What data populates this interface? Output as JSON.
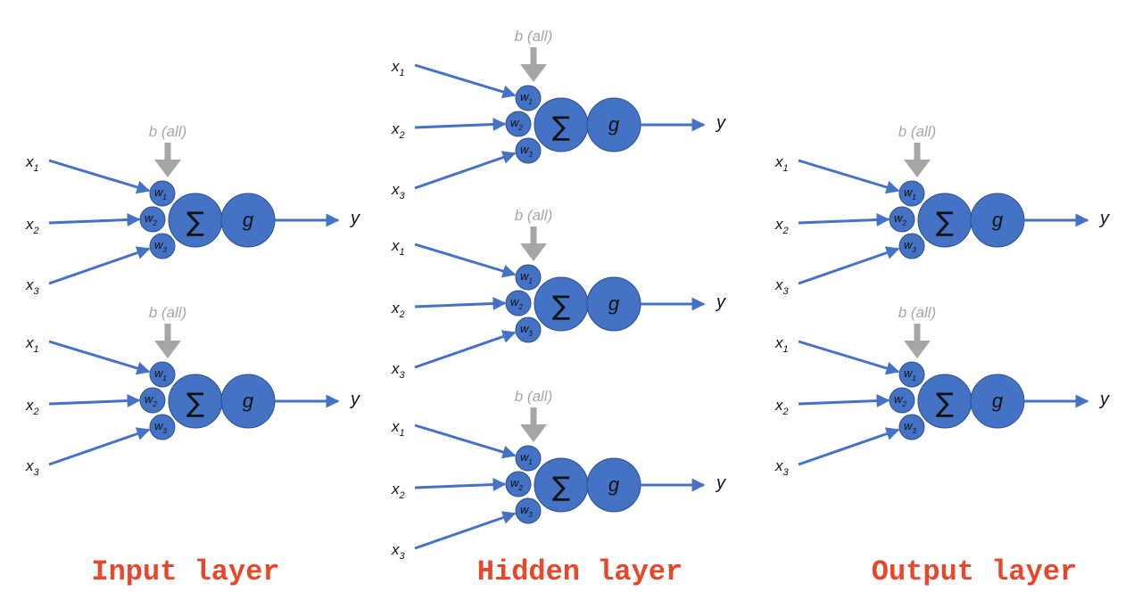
{
  "colors": {
    "node_fill": "#4472c4",
    "node_stroke": "#2f4f8a",
    "arrow": "#4472c4",
    "bias_arrow": "#a6a6a6",
    "bias_text": "#a6a6a6",
    "layer_title": "#e8472b",
    "text": "#111111"
  },
  "labels": {
    "inputs": [
      "x",
      "x",
      "x"
    ],
    "input_subscripts": [
      "1",
      "2",
      "3"
    ],
    "weights": [
      "w",
      "w",
      "w"
    ],
    "weight_subscripts": [
      "1",
      "2",
      "3"
    ],
    "bias": "b (all)",
    "sum_symbol": "∑",
    "activation": "g",
    "output": "y"
  },
  "layers": [
    {
      "title": "Input layer",
      "neuron_count": 2
    },
    {
      "title": "Hidden layer",
      "neuron_count": 3
    },
    {
      "title": "Output layer",
      "neuron_count": 2
    }
  ]
}
